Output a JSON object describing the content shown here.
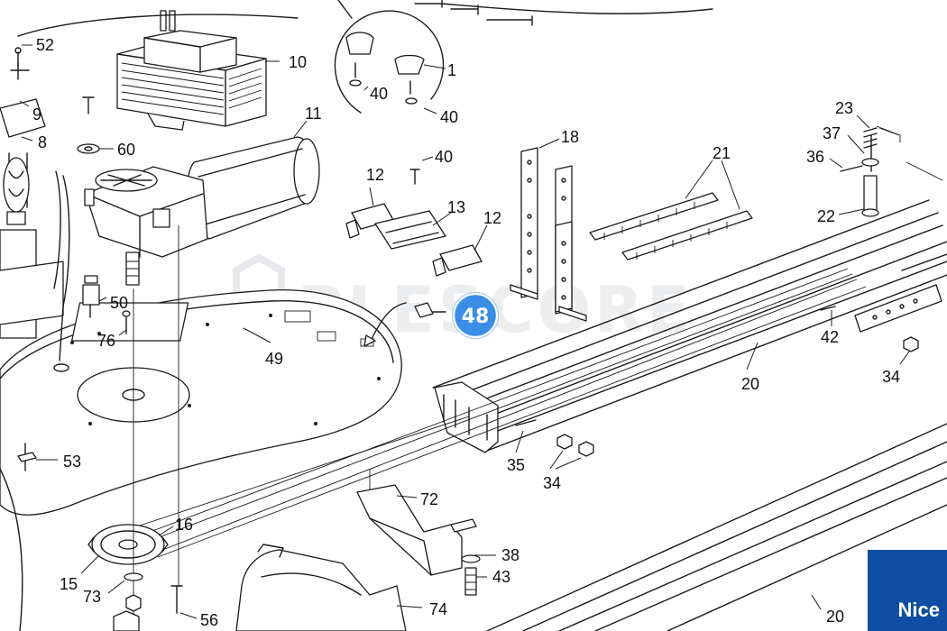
{
  "watermark": "PLESCORE",
  "brand": {
    "name": "Nice",
    "color": "#0f4ea3"
  },
  "highlight": {
    "label": "48",
    "color": "#3a8ee6"
  },
  "callouts": {
    "c52": "52",
    "c9": "9",
    "c8": "8",
    "c10": "10",
    "c11": "11",
    "c60": "60",
    "c40a": "40",
    "c40b": "40",
    "c1": "1",
    "c40c": "40",
    "c12a": "12",
    "c13": "13",
    "c12b": "12",
    "c18": "18",
    "c21": "21",
    "c23": "23",
    "c37": "37",
    "c36": "36",
    "c22": "22",
    "c50": "50",
    "c76": "76",
    "c49": "49",
    "c42": "42",
    "c34a": "34",
    "c20a": "20",
    "c35": "35",
    "c34b": "34",
    "c53": "53",
    "c72": "72",
    "c16": "16",
    "c15": "15",
    "c38": "38",
    "c43": "43",
    "c73": "73",
    "c74": "74",
    "c56": "56",
    "c20b": "20"
  }
}
